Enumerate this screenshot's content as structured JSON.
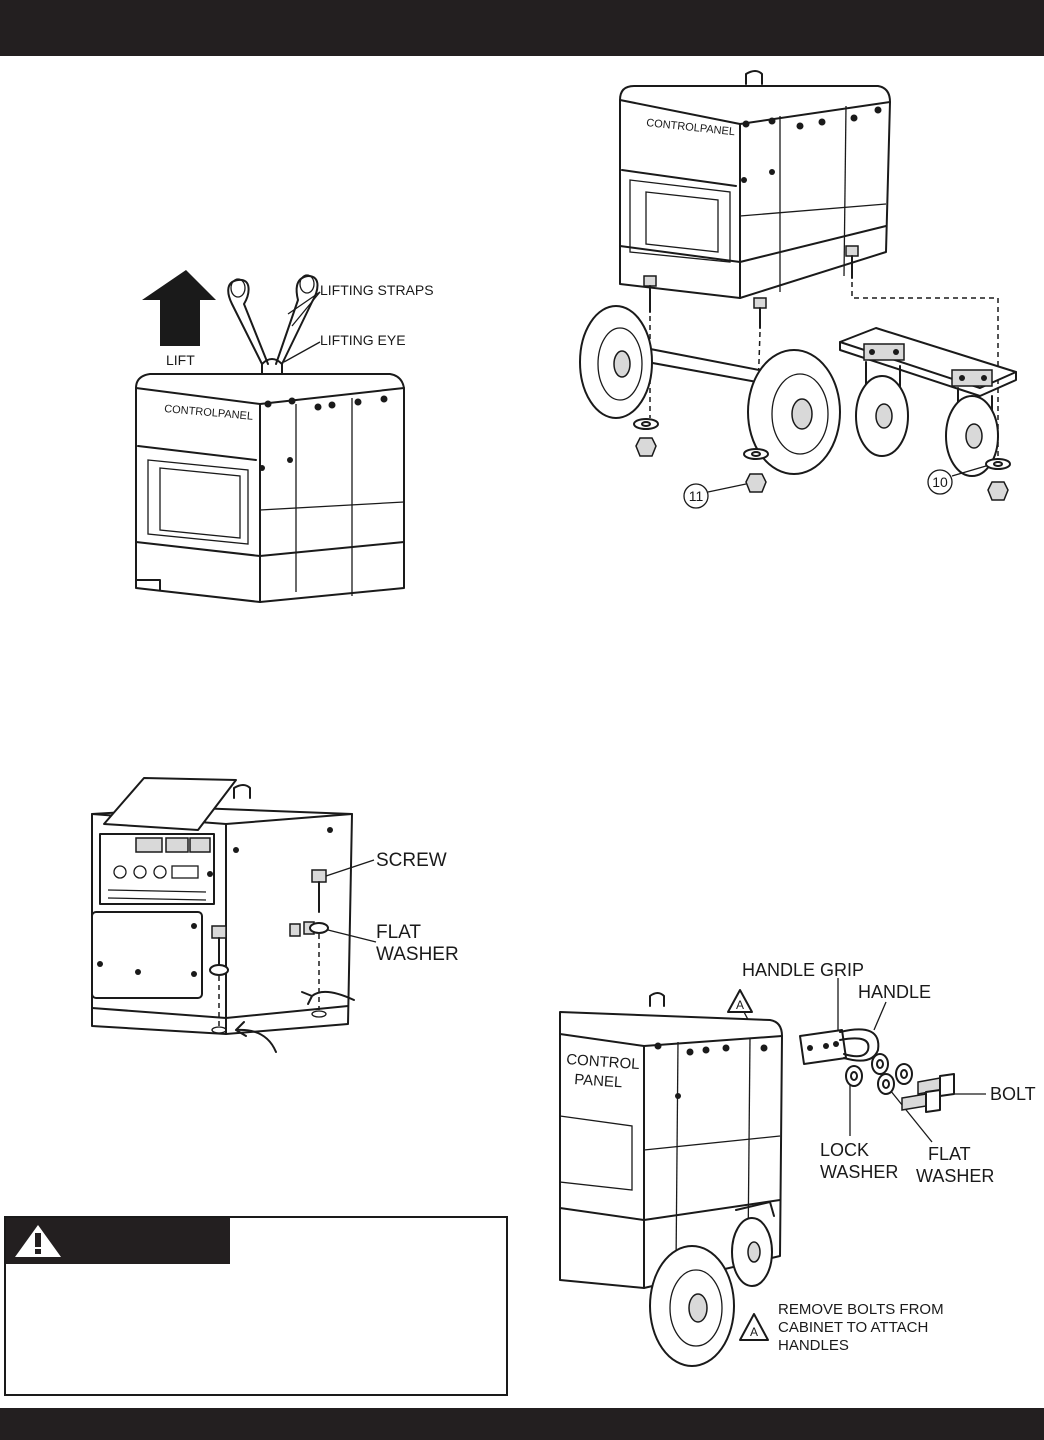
{
  "figures": {
    "lifting": {
      "lift_label": "LIFT",
      "lifting_straps_label": "LIFTING STRAPS",
      "lifting_eye_label": "LIFTING EYE",
      "panel_text": "CONTROLPANEL"
    },
    "wheel_kit": {
      "panel_text": "CONTROLPANEL",
      "callout_axle_nut": "11",
      "callout_caster_nut": "10"
    },
    "base_mount": {
      "screw_label": "SCREW",
      "flat_washer_label_line1": "FLAT",
      "flat_washer_label_line2": "WASHER"
    },
    "handle_kit": {
      "handle_grip_label": "HANDLE GRIP",
      "handle_label": "HANDLE",
      "bolt_label": "BOLT",
      "lock_washer_line1": "LOCK",
      "lock_washer_line2": "WASHER",
      "flat_washer_line1": "FLAT",
      "flat_washer_line2": "WASHER",
      "panel_line1": "CONTROL",
      "panel_line2": "PANEL",
      "marker_letter": "A",
      "note_line1": "REMOVE BOLTS FROM",
      "note_line2": "CABINET TO ATTACH",
      "note_line3": "HANDLES"
    }
  },
  "colors": {
    "ink": "#1a1a1a",
    "band": "#231f20",
    "paper": "#ffffff"
  },
  "icons": {
    "warning": "warning-triangle-icon"
  }
}
